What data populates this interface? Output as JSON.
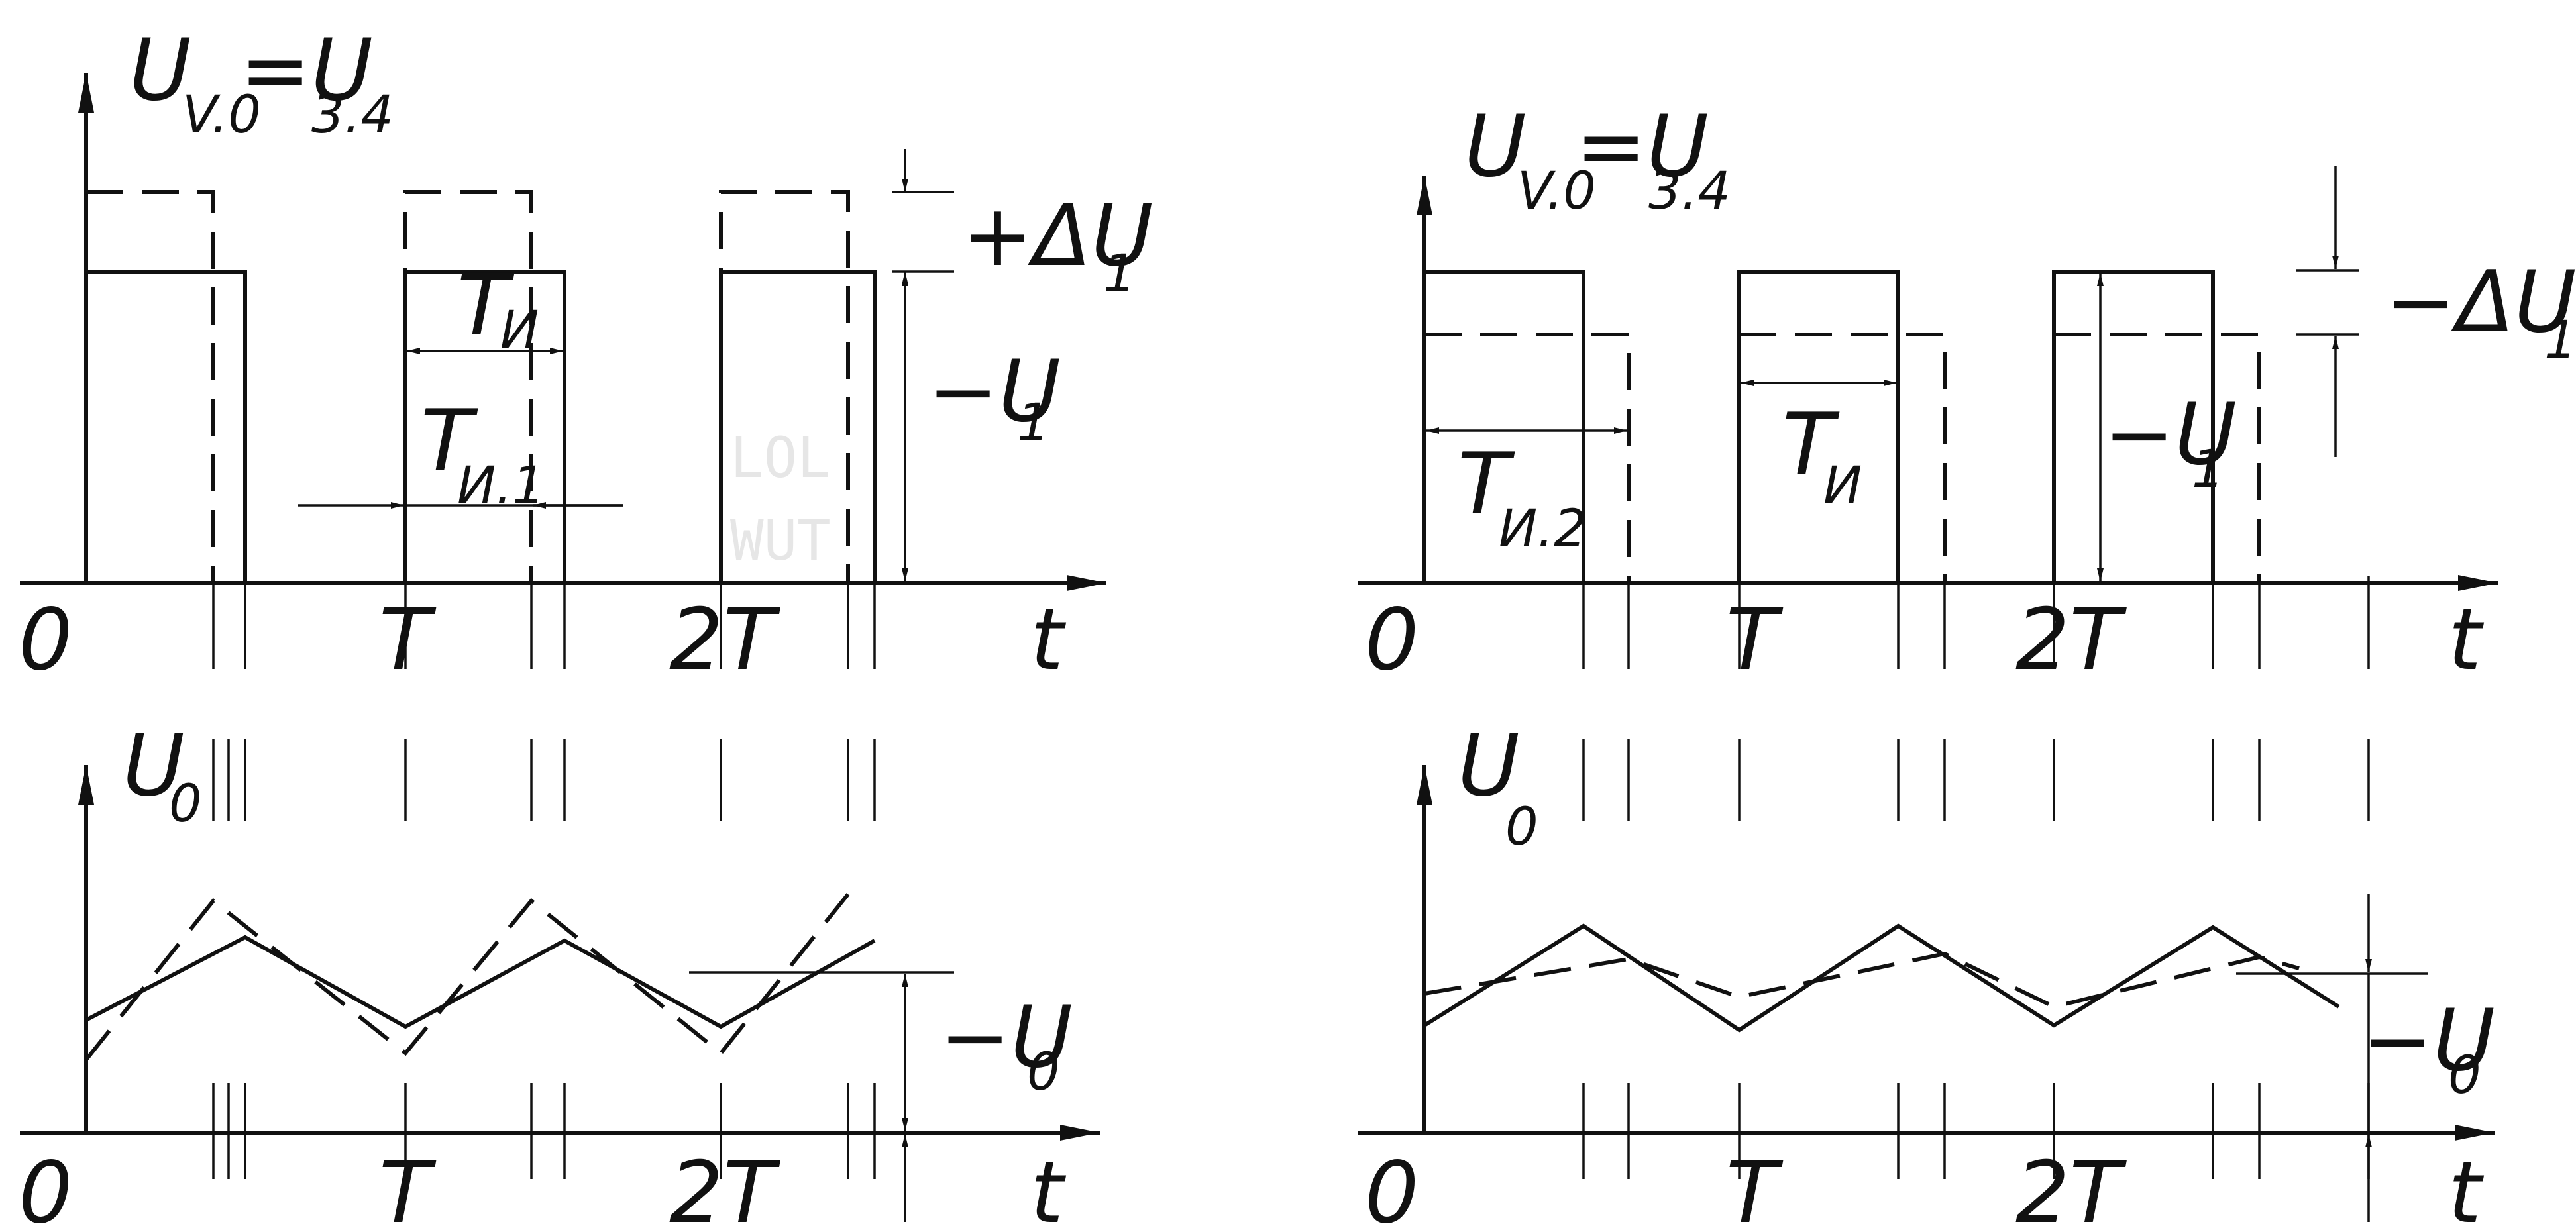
{
  "left_top": {
    "y_label_main": "U",
    "y_label_sub": "V.0",
    "y_label_eq": "=U",
    "y_label_eq_sub": "3.4",
    "origin": "0",
    "tick_T": "T",
    "tick_2T": "2T",
    "x_label": "t",
    "dim_delta_prefix": "+ΔU",
    "dim_delta_sub": "1",
    "dim_u1_prefix": "−U",
    "dim_u1_sub": "1",
    "pulse_label": "T",
    "pulse_label_sub": "И",
    "pulse1_label": "T",
    "pulse1_label_sub": "И.1",
    "watermark_1": "LOL",
    "watermark_2": "WUT"
  },
  "left_bottom": {
    "y_label_main": "U",
    "y_label_sub": "0",
    "origin": "0",
    "tick_T": "T",
    "tick_2T": "2T",
    "x_label": "t",
    "dim_u0_prefix": "−U",
    "dim_u0_sub": "0"
  },
  "right_top": {
    "y_label_main": "U",
    "y_label_sub": "V.0",
    "y_label_eq": "=U",
    "y_label_eq_sub": "3.4",
    "origin": "0",
    "tick_T": "T",
    "tick_2T": "2T",
    "x_label": "t",
    "dim_delta_prefix": "−ΔU",
    "dim_delta_sub": "1",
    "dim_u1_prefix": "−U",
    "dim_u1_sub": "1",
    "pulse_label": "T",
    "pulse_label_sub": "И",
    "pulse2_label": "T",
    "pulse2_label_sub": "И.2"
  },
  "right_bottom": {
    "y_label_main": "U",
    "y_label_sub": "0",
    "origin": "0",
    "tick_T": "T",
    "tick_2T": "2T",
    "x_label": "t",
    "dim_u0_prefix": "−U",
    "dim_u0_sub": "0"
  }
}
